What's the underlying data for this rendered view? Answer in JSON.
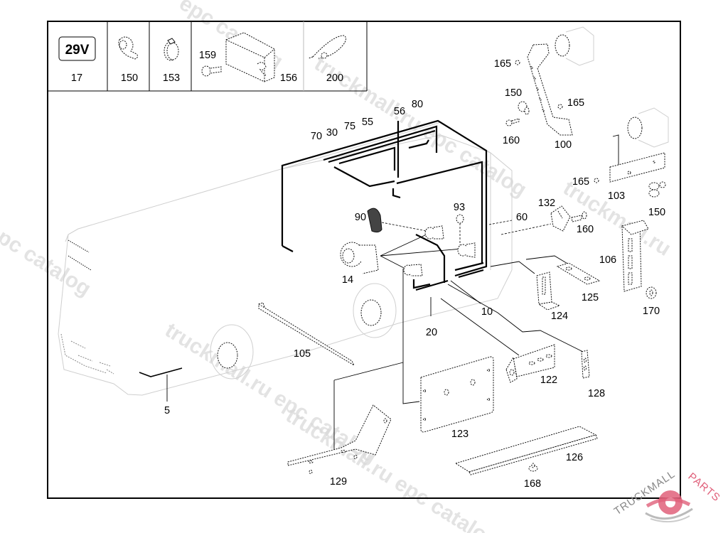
{
  "diagram": {
    "type": "exploded parts catalog diagram",
    "legend": {
      "badge": "29V",
      "items": [
        {
          "ref": "17",
          "icon": "variant-badge"
        },
        {
          "ref": "150",
          "icon": "p-clip-icon"
        },
        {
          "ref": "153",
          "icon": "hose-clamp-icon"
        },
        {
          "ref": "159",
          "icon": "bolt-icon"
        },
        {
          "ref": "156",
          "icon": "cable-bracket-block-icon"
        },
        {
          "ref": "200",
          "icon": "cable-tie-icon"
        }
      ]
    },
    "callouts": {
      "c5": "5",
      "c10": "10",
      "c14": "14",
      "c20": "20",
      "c30": "30",
      "c55": "55",
      "c56": "56",
      "c60": "60",
      "c70": "70",
      "c75": "75",
      "c80": "80",
      "c90": "90",
      "c93": "93",
      "c100": "100",
      "c103": "103",
      "c105": "105",
      "c106": "106",
      "c122": "122",
      "c123": "123",
      "c124": "124",
      "c125": "125",
      "c126": "126",
      "c128": "128",
      "c129": "129",
      "c132": "132",
      "c150a": "150",
      "c150b": "150",
      "c160a": "160",
      "c160b": "160",
      "c165a": "165",
      "c165b": "165",
      "c165c": "165",
      "c168": "168",
      "c170": "170"
    },
    "watermarks": {
      "w1": "truckmall.ru epc catalog",
      "w2": "truckmall.ru epc catalog",
      "w3": "truckmall.ru epc catalog",
      "w4": "epc catalog",
      "w5": "truckmall.ru",
      "w6": "epc catalog"
    },
    "brand": {
      "name_dark": "TRUCKMALL",
      "name_accent": "PARTS",
      "accent_color": "#e0607a"
    }
  }
}
